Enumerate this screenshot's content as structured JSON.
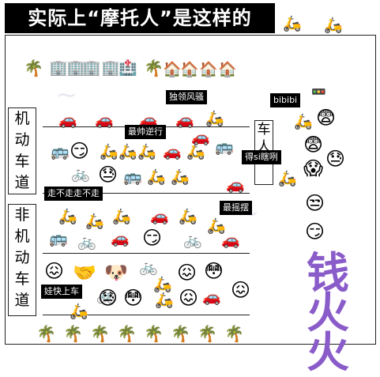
{
  "title": "实际上“摩托人”是这样的",
  "lanes": {
    "motor": "机动车道",
    "non_motor": "非机动车道",
    "pedestrian": "车人"
  },
  "tags": {
    "lone_rider": "独领风骚",
    "bibibi": "bibibi",
    "coolest_wrong_way": "最帅逆行",
    "get_si": "得si瞎咧",
    "dont_go": "走不走走不走",
    "most_swaying": "最摇摆",
    "baby_ride": "娃快上车"
  },
  "icons": {
    "scooter": "🛵",
    "palm": "🌴",
    "hospital": "🏥",
    "house": "🏠",
    "office": "🏢",
    "car": "🚗",
    "bus": "🚌",
    "bike": "🚲",
    "smirk": "😏",
    "sweat": "😓",
    "scared": "😨",
    "fearful": "😱",
    "unamused": "😒",
    "confounded": "😖",
    "astonished": "😳",
    "dog": "🐶",
    "handshake": "🤝",
    "traffic_light": "🚥"
  },
  "watermark": "钱火火"
}
